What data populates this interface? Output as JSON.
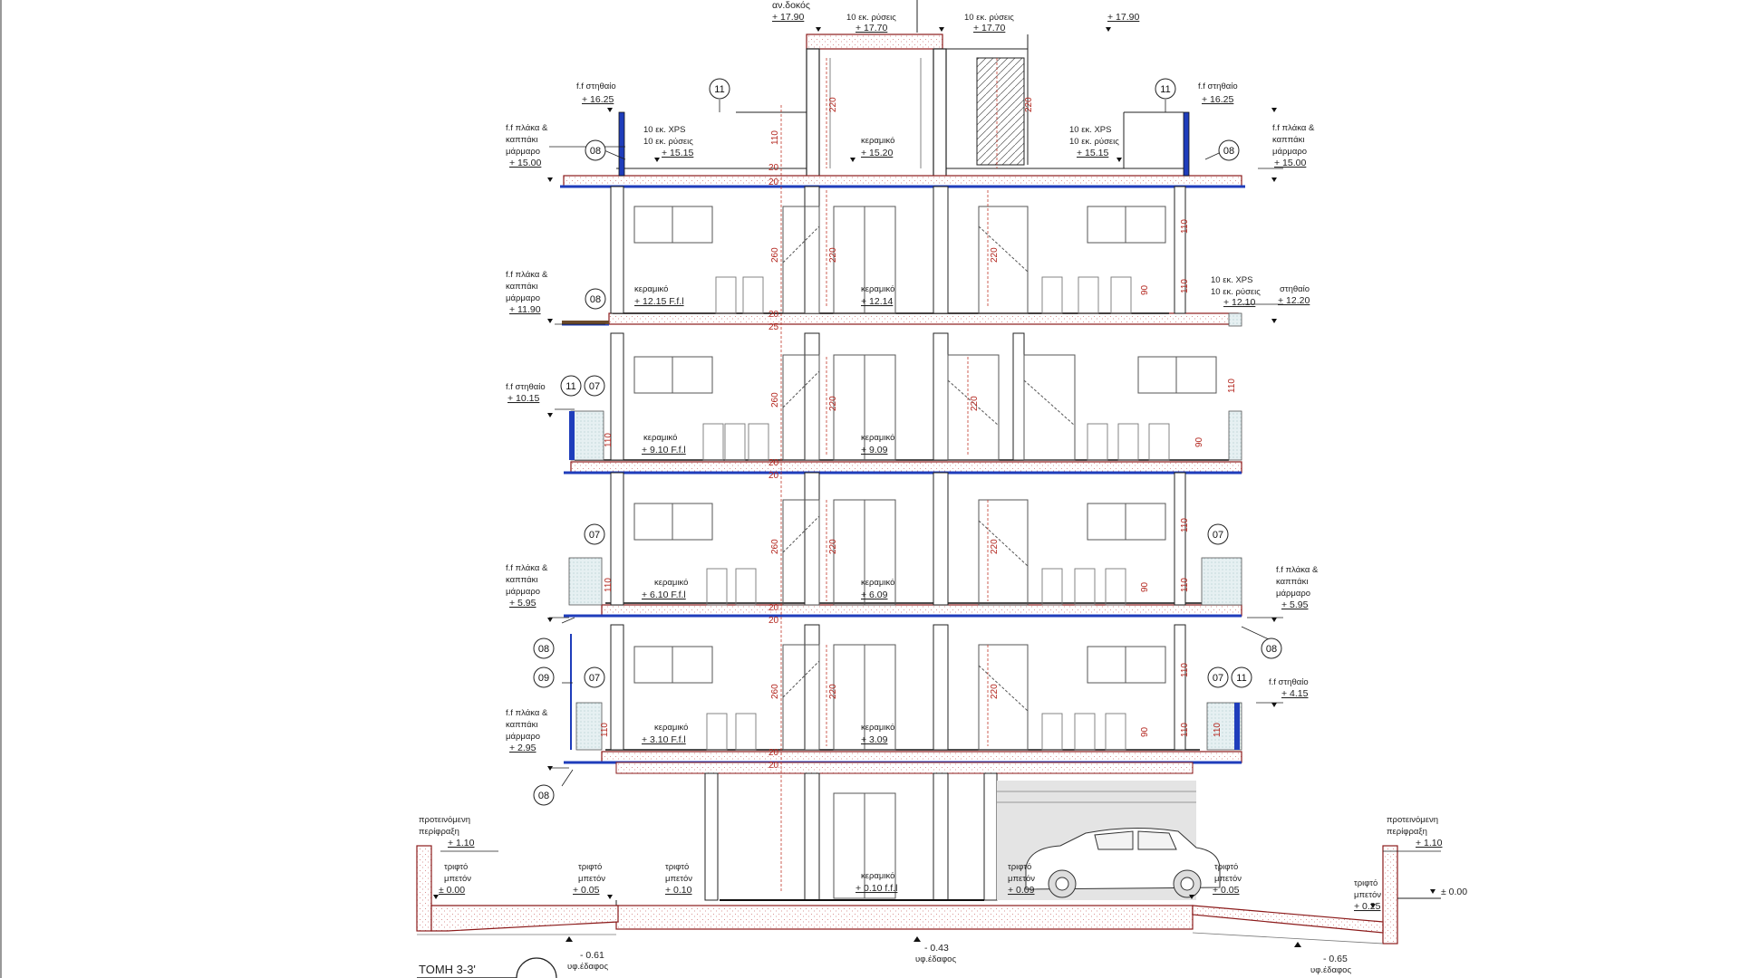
{
  "title": "ΤΟΜΗ 3-3'",
  "floors": [
    {
      "level": "+ 3.09",
      "finish": "κεραμικό",
      "left_label": "+ 3.10 F.f.l"
    },
    {
      "level": "+ 6.09",
      "finish": "κεραμικό",
      "left_label": "+ 6.10 F.f.l"
    },
    {
      "level": "+ 9.09",
      "finish": "κεραμικό",
      "left_label": "+ 9.10 F.f.l"
    },
    {
      "level": "+ 12.14",
      "finish": "κεραμικό",
      "left_label": "+ 12.15 F.f.l"
    },
    {
      "level": "+ 15.20",
      "finish": "κεραμικό",
      "left_label": ""
    }
  ],
  "ground": {
    "finish": "κεραμικό",
    "level": "+ 0.10 f.f.l"
  },
  "top": {
    "beam_label": "αν.δοκός",
    "beam_level": "+ 17.90",
    "slope_label": "10 εκ. ρύσεις",
    "slope_level_a": "+ 17.70",
    "slope_level_b": "+ 17.70",
    "right_level": "+ 17.90"
  },
  "roof": {
    "xps": "10 εκ. XPS",
    "slope": "10 εκ. ρύσεις",
    "left_level": "+ 15.15",
    "right_level": "+ 15.15"
  },
  "left_annotations": [
    {
      "lines": [
        "f.f στηθαίο"
      ],
      "level": "+ 16.25"
    },
    {
      "lines": [
        "f.f πλάκα &",
        "καππάκι",
        "μάρμαρο"
      ],
      "level": "+ 15.00"
    },
    {
      "lines": [
        "f.f πλάκα &",
        "καππάκι",
        "μάρμαρο"
      ],
      "level": "+ 11.90"
    },
    {
      "lines": [
        "f.f στηθαίο"
      ],
      "level": "+ 10.15"
    },
    {
      "lines": [
        "f.f πλάκα &",
        "καππάκι",
        "μάρμαρο"
      ],
      "level": "+ 5.95"
    },
    {
      "lines": [
        "f.f πλάκα &",
        "καππάκι",
        "μάρμαρο"
      ],
      "level": "+ 2.95"
    },
    {
      "lines": [
        "προτεινόμενη",
        "περίφραξη"
      ],
      "level": "+ 1.10"
    }
  ],
  "right_annotations": [
    {
      "lines": [
        "f.f στηθαίο"
      ],
      "level": "+ 16.25"
    },
    {
      "lines": [
        "f.f πλάκα &",
        "καππάκι",
        "μάρμαρο"
      ],
      "level": "+ 15.00"
    },
    {
      "lines": [
        "στηθαίο"
      ],
      "level": "+ 12.20"
    },
    {
      "lines": [
        "f.f πλάκα &",
        "καππάκι",
        "μάρμαρο"
      ],
      "level": "+ 5.95"
    },
    {
      "lines": [
        "f.f στηθαίο"
      ],
      "level": "+ 4.15"
    },
    {
      "lines": [
        "προτεινόμενη",
        "περίφραξη"
      ],
      "level": "+ 1.10"
    }
  ],
  "right_xps": {
    "xps": "10 εκ. XPS",
    "slope": "10 εκ. ρύσεις",
    "level": "+ 12.10"
  },
  "ground_labels": [
    {
      "lines": [
        "τριφτό",
        "μπετόν"
      ],
      "level": "± 0.00"
    },
    {
      "lines": [
        "τριφτό",
        "μπετόν"
      ],
      "level": "+ 0.05"
    },
    {
      "lines": [
        "τριφτό",
        "μπετόν"
      ],
      "level": "+ 0.10"
    },
    {
      "lines": [
        "τριφτό",
        "μπετόν"
      ],
      "level": "+ 0.09"
    },
    {
      "lines": [
        "τριφτό",
        "μπετόν"
      ],
      "level": "+ 0.05"
    },
    {
      "lines": [
        "τριφτό",
        "μπετόν"
      ],
      "level": "+ 0.25"
    }
  ],
  "right_edge_level": "± 0.00",
  "natural_ground": [
    {
      "level": "- 0.61",
      "label": "υφ.έδαφος"
    },
    {
      "level": "- 0.43",
      "label": "υφ.έδαφος"
    },
    {
      "level": "- 0.65",
      "label": "υφ.έδαφος"
    }
  ],
  "bubbles": {
    "b07": "07",
    "b08": "08",
    "b09": "09",
    "b11": "11"
  },
  "dims": {
    "d20": "20",
    "d110": "110",
    "d220": "220",
    "d260": "260",
    "d90": "90",
    "d25": "25"
  }
}
